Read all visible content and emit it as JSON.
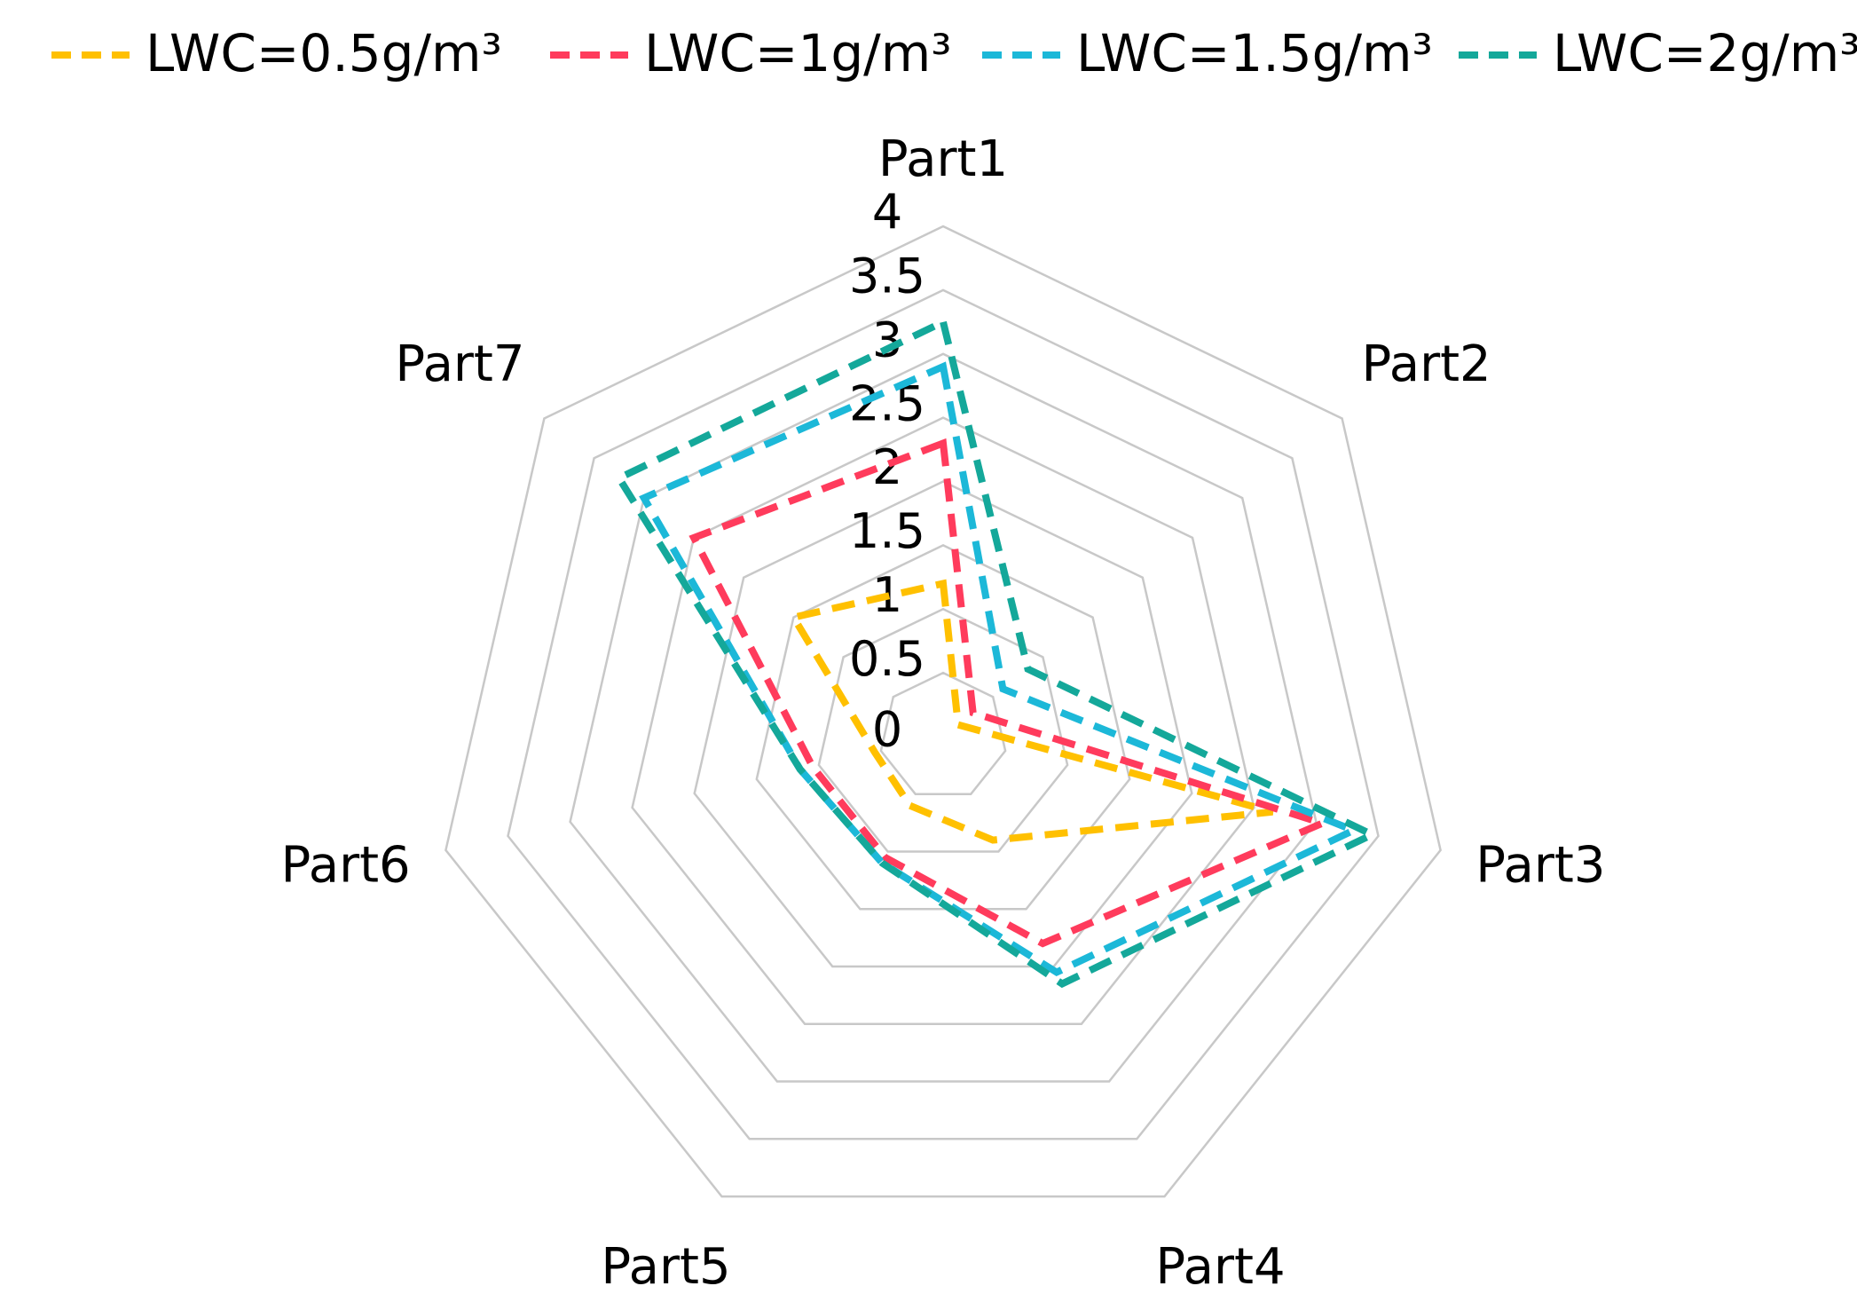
{
  "chart_data": {
    "type": "radar",
    "categories": [
      "Part1",
      "Part2",
      "Part3",
      "Part4",
      "Part5",
      "Part6",
      "Part7"
    ],
    "rlim": [
      0,
      4
    ],
    "ticks": [
      "0",
      "0.5",
      "1",
      "1.5",
      "2",
      "2.5",
      "3",
      "3.5",
      "4"
    ],
    "tick_values": [
      0,
      0.5,
      1,
      1.5,
      2,
      2.5,
      3,
      3.5,
      4
    ],
    "legend_placement": "top",
    "grid": true,
    "series": [
      {
        "name": "LWC=0.5g/m³",
        "color": "#FFC000",
        "values": [
          1.2,
          0.15,
          2.65,
          0.9,
          0.6,
          0.55,
          1.5
        ]
      },
      {
        "name": "LWC=1g/m³",
        "color": "#FF3B5C",
        "values": [
          2.3,
          0.3,
          3.05,
          1.8,
          1.05,
          1.05,
          2.5
        ]
      },
      {
        "name": "LWC=1.5g/m³",
        "color": "#1CB8D8",
        "values": [
          2.9,
          0.6,
          3.3,
          2.05,
          1.1,
          1.15,
          3.0
        ]
      },
      {
        "name": "LWC=2g/m³",
        "color": "#14A89A",
        "values": [
          3.25,
          0.85,
          3.45,
          2.15,
          1.1,
          1.15,
          3.25
        ]
      }
    ]
  }
}
